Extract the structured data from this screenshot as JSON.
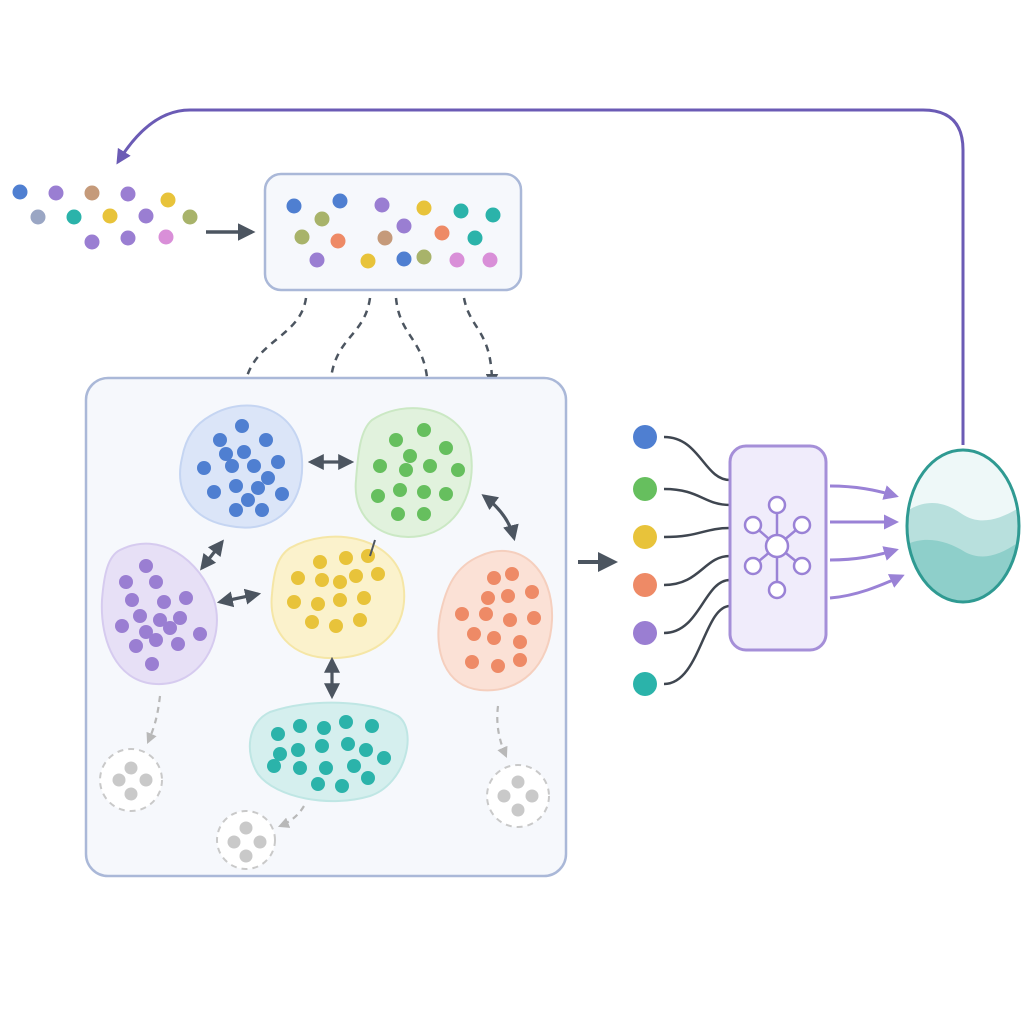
{
  "colors": {
    "blue": "#4f7fd1",
    "green": "#66bf5e",
    "yellow": "#e8c33a",
    "orange": "#ee8a66",
    "purple": "#9a7ed2",
    "teal": "#2bb3aa",
    "slate": "#9aa6c4",
    "muted_brown": "#c59a7a",
    "olive": "#a8b36a",
    "pink": "#d98fd8",
    "grey": "#c7c7c7",
    "arrow": "#4c5560",
    "feedback_line": "#6b5bb5",
    "panel_border": "#aab8d8",
    "panel_fill": "#f6f8fc",
    "model_fill": "#f0ecfb",
    "model_border": "#a58fd8",
    "output_border": "#2f9a92",
    "output_fill": "#d6efee"
  },
  "stream_dots": [
    "blue",
    "purple",
    "muted_brown",
    "purple",
    "yellow",
    "slate",
    "teal",
    "yellow",
    "purple",
    "olive",
    "purple",
    "purple",
    "pink"
  ],
  "buffer_dots": [
    "blue",
    "blue",
    "olive",
    "purple",
    "yellow",
    "teal",
    "teal",
    "olive",
    "orange",
    "muted_brown",
    "purple",
    "orange",
    "teal",
    "purple",
    "yellow",
    "blue",
    "olive",
    "pink",
    "pink"
  ],
  "clusters": [
    {
      "id": "blue",
      "color": "blue",
      "points": 17
    },
    {
      "id": "green",
      "color": "green",
      "points": 14
    },
    {
      "id": "yellow",
      "color": "yellow",
      "points": 15
    },
    {
      "id": "purple",
      "color": "purple",
      "points": 17
    },
    {
      "id": "orange",
      "color": "orange",
      "points": 15
    },
    {
      "id": "teal",
      "color": "teal",
      "points": 18
    }
  ],
  "faded_clusters": 3,
  "model_inputs": [
    "blue",
    "green",
    "yellow",
    "orange",
    "purple",
    "teal"
  ],
  "model_icon": "network-graph-icon",
  "output_icon": "wave-distribution-icon"
}
